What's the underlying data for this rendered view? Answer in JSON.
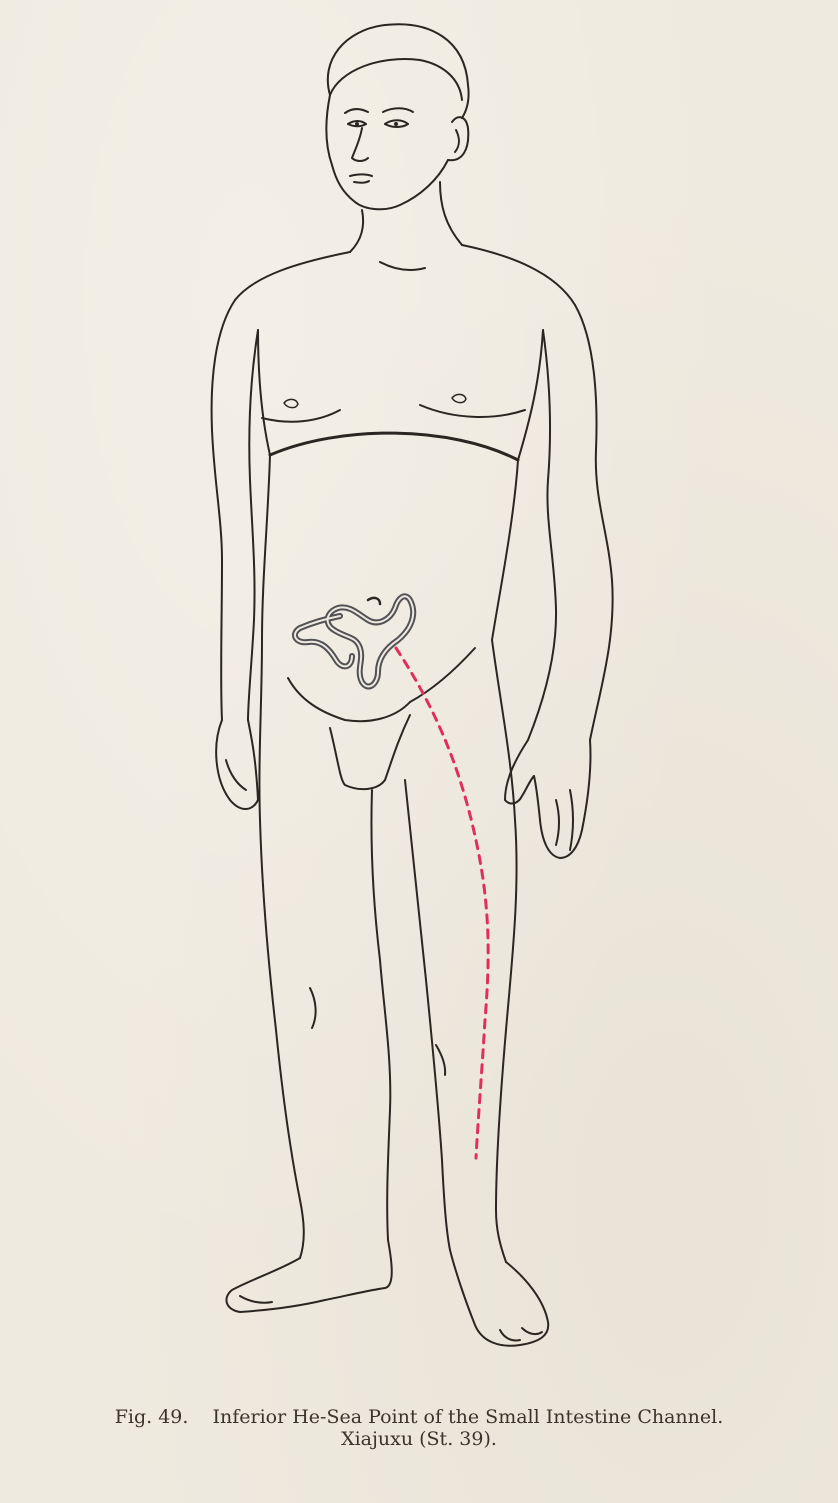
{
  "figure": {
    "number": "Fig. 49.",
    "title": "Inferior He-Sea Point of the Small Intestine Channel.",
    "point": "Xiajuxu (St. 39)."
  },
  "colors": {
    "background": "#efeadf",
    "outline": "#2a2622",
    "intestine": "#4a4a4f",
    "channel": "#e0305a"
  }
}
